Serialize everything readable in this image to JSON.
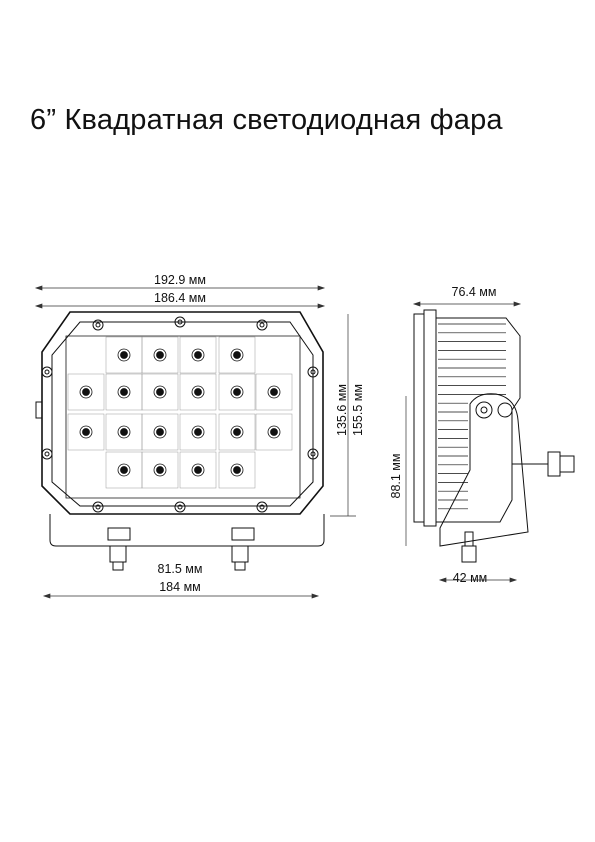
{
  "title": "6” Квадратная светодиодная фара",
  "dimensions": {
    "width_overall": "192.9 мм",
    "width_lens": "186.4 мм",
    "height_lens": "135.6 мм",
    "height_overall": "155.5 мм",
    "bracket_spacing": "81.5 мм",
    "width_bottom": "184 мм",
    "depth": "76.4 мм",
    "mount_height": "88.1 мм",
    "bracket_width": "42 мм"
  },
  "colors": {
    "line": "#111111",
    "dim_line": "#333333",
    "background": "#ffffff"
  }
}
